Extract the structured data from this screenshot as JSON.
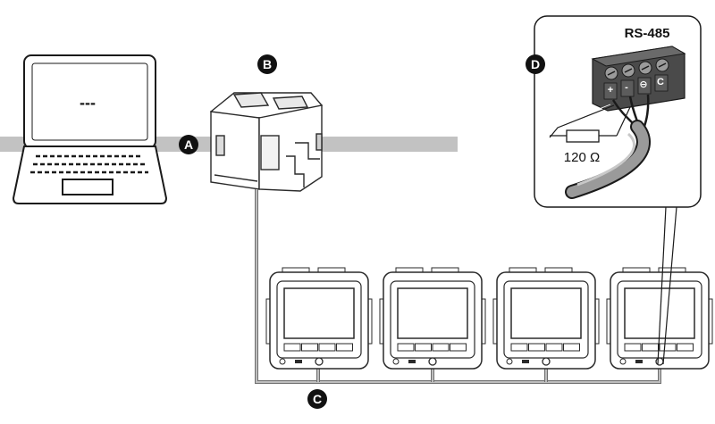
{
  "markers": {
    "a": "A",
    "b": "B",
    "c": "C",
    "d": "D"
  },
  "laptop": {
    "screen_text": "---"
  },
  "connector": {
    "title": "RS-485",
    "pins": [
      "+",
      "-",
      "⊖",
      "C"
    ],
    "resistor_label": "120 Ω"
  },
  "meters": [
    {
      "id": "meter-1"
    },
    {
      "id": "meter-2"
    },
    {
      "id": "meter-3"
    },
    {
      "id": "meter-4"
    }
  ],
  "colors": {
    "bus_line": "#b0b0b0",
    "cable": "#8c8c8c",
    "marker_fill": "#111111",
    "marker_text": "#ffffff",
    "connector_body": "#3a3a3a"
  }
}
